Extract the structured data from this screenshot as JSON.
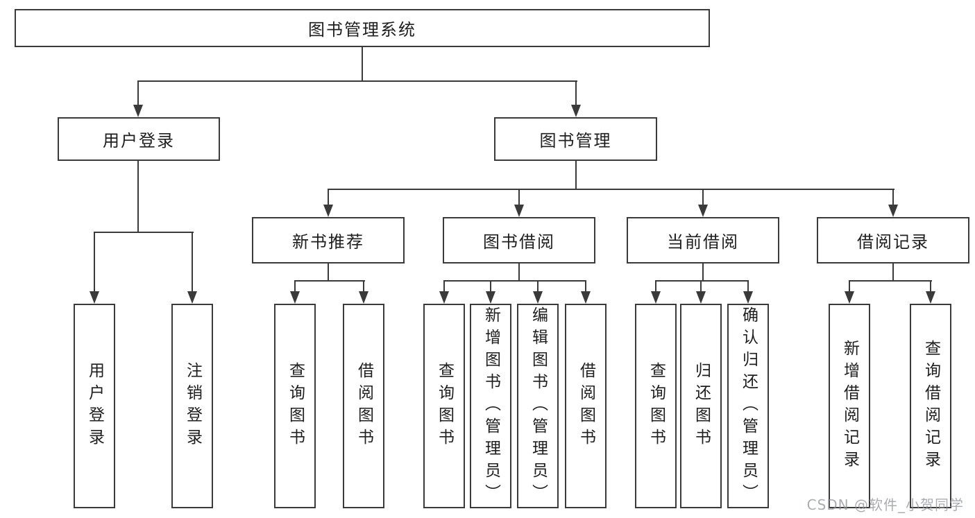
{
  "diagram": {
    "title": "图书管理系统",
    "nodes": {
      "root": "图书管理系统",
      "l1": [
        "用户登录",
        "图书管理"
      ],
      "l2": [
        "新书推荐",
        "图书借阅",
        "当前借阅",
        "借阅记录"
      ],
      "leaves": {
        "user": [
          "用户登录",
          "注销登录"
        ],
        "recommend": [
          "查询图书",
          "借阅图书"
        ],
        "borrow": [
          "查询图书",
          "新增图书（管理员）",
          "编辑图书（管理员）",
          "借阅图书"
        ],
        "current": [
          "查询图书",
          "归还图书",
          "确认归还（管理员）"
        ],
        "record": [
          "新增借阅记录",
          "查询借阅记录"
        ]
      }
    },
    "colors": {
      "line": "#3a3a3a",
      "text": "#1e1e1e",
      "background": "#ffffff",
      "watermark": "#8c9198"
    }
  },
  "watermark": "CSDN @软件_小贺同学"
}
